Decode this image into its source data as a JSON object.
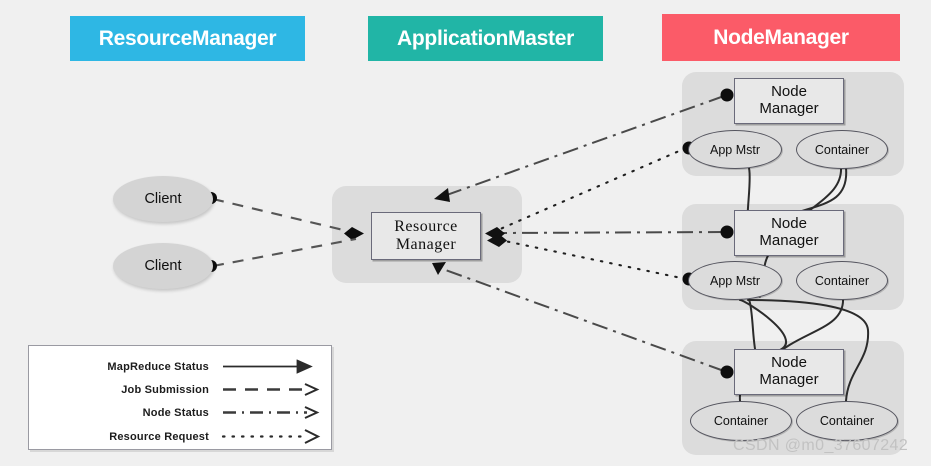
{
  "banners": [
    {
      "label": "ResourceManager",
      "color": "#2eb7e4"
    },
    {
      "label": "ApplicationMaster",
      "color": "#21b5a6"
    },
    {
      "label": "NodeManager",
      "color": "#fb5b68"
    }
  ],
  "clients": [
    {
      "label": "Client"
    },
    {
      "label": "Client"
    }
  ],
  "resource_manager": {
    "line1": "Resource",
    "line2": "Manager"
  },
  "node_clusters": [
    {
      "node_manager": {
        "line1": "Node",
        "line2": "Manager"
      },
      "ellipses": [
        {
          "label": "App Mstr"
        },
        {
          "label": "Container"
        }
      ]
    },
    {
      "node_manager": {
        "line1": "Node",
        "line2": "Manager"
      },
      "ellipses": [
        {
          "label": "App Mstr"
        },
        {
          "label": "Container"
        }
      ]
    },
    {
      "node_manager": {
        "line1": "Node",
        "line2": "Manager"
      },
      "ellipses": [
        {
          "label": "Container"
        },
        {
          "label": "Container"
        }
      ]
    }
  ],
  "legend": {
    "items": [
      {
        "label": "MapReduce Status",
        "style": "solid"
      },
      {
        "label": "Job Submission",
        "style": "dashed"
      },
      {
        "label": "Node Status",
        "style": "dash-dot"
      },
      {
        "label": "Resource Request",
        "style": "dotted"
      }
    ]
  },
  "watermark": "CSDN @m0_37607242",
  "colors": {
    "background": "#f0f0f0",
    "panel": "#dcdcdc",
    "stroke": "#3a3a3a",
    "box_fill": "#e8e8e8"
  }
}
